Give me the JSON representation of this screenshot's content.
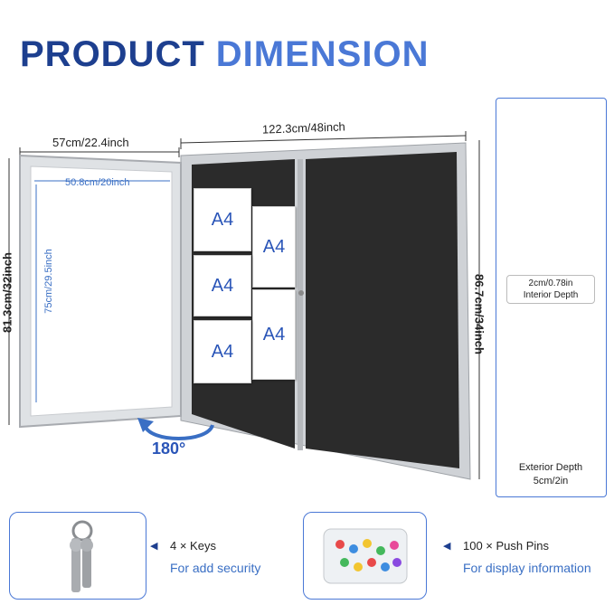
{
  "title": {
    "word1": "PRODUCT",
    "word2": "DIMENSION"
  },
  "dimensions": {
    "door_width": "57cm/22.4inch",
    "total_width": "122.3cm/48inch",
    "inner_width": "50.8cm/20inch",
    "door_height": "81.3cm/32inch",
    "inner_height": "75cm/29.5inch",
    "total_height": "86.7cm/34inch"
  },
  "rotation_label": "180°",
  "paper_label": "A4",
  "depth": {
    "interior_value": "2cm/0.78in",
    "interior_label": "Interior Depth",
    "exterior_label": "Exterior Depth",
    "exterior_value": "5cm/2in"
  },
  "accessories": [
    {
      "qty": "4 × Keys",
      "desc": "For add security",
      "icon": "keys-icon"
    },
    {
      "qty": "100 × Push Pins",
      "desc": "For display information",
      "icon": "push-pins-icon"
    }
  ],
  "colors": {
    "title_dark": "#1d3f8f",
    "title_light": "#4a78d6",
    "accent": "#3a6fc4",
    "board": "#2b2b2b",
    "frame": "#c9ccd0"
  }
}
